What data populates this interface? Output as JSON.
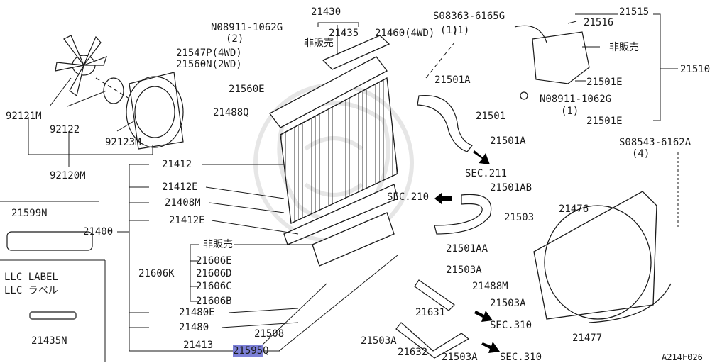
{
  "labels": {
    "p21430": "21430",
    "n08911_top": "N08911-1062G",
    "n08911_top_qty": "(2)",
    "p21435": "21435",
    "not_sold_top": "非販売",
    "p21460": "21460(4WD)",
    "p21460_qty": "(1)",
    "s08363": "S08363-6165G",
    "s08363_qty": "(1)",
    "p21515": "21515",
    "p21516": "21516",
    "not_sold_right": "非販売",
    "p21510": "21510",
    "p21547p": "21547P(4WD)",
    "p21560n": "21560N(2WD)",
    "p21560e": "21560E",
    "p21488q": "21488Q",
    "p21501a_1": "21501A",
    "p21501e_1": "21501E",
    "n08911_right": "N08911-1062G",
    "n08911_right_qty": "(1)",
    "p21501": "21501",
    "p21501e_2": "21501E",
    "p21501a_2": "21501A",
    "sec211": "SEC.211",
    "s08543": "S08543-6162A",
    "s08543_qty": "(4)",
    "p92121m": "92121M",
    "p92122": "92122",
    "p92123m": "92123M",
    "p92120m": "92120M",
    "p21412": "21412",
    "p21412e_1": "21412E",
    "p21408m": "21408M",
    "p21412e_2": "21412E",
    "p21400": "21400",
    "sec210": "SEC.210",
    "p21501ab": "21501AB",
    "p21503": "21503",
    "p21476": "21476",
    "p21501aa": "21501AA",
    "p21599n": "21599N",
    "llc_label": "LLC LABEL",
    "llc_label_jp": "LLC ラベル",
    "p21435n": "21435N",
    "not_sold_mid": "非販売",
    "p21606e": "21606E",
    "p21606k": "21606K",
    "p21606d": "21606D",
    "p21606c": "21606C",
    "p21606b": "21606B",
    "p21503a_1": "21503A",
    "p21488m": "21488M",
    "p21631": "21631",
    "p21503a_2": "21503A",
    "p21480e": "21480E",
    "p21480": "21480",
    "sec310_1": "SEC.310",
    "p21508": "21508",
    "p21413": "21413",
    "p21595q_hl": "21595",
    "p21595q_suffix": "Q",
    "p21503a_3": "21503A",
    "p21632": "21632",
    "p21503a_4": "21503A",
    "sec310_2": "SEC.310",
    "p21477": "21477",
    "fig_code": "A214F026"
  },
  "colors": {
    "ink": "#1a1a1a",
    "highlight": "#7b7fd6",
    "watermark": "#e6e6e6",
    "arrow": "#000000"
  }
}
